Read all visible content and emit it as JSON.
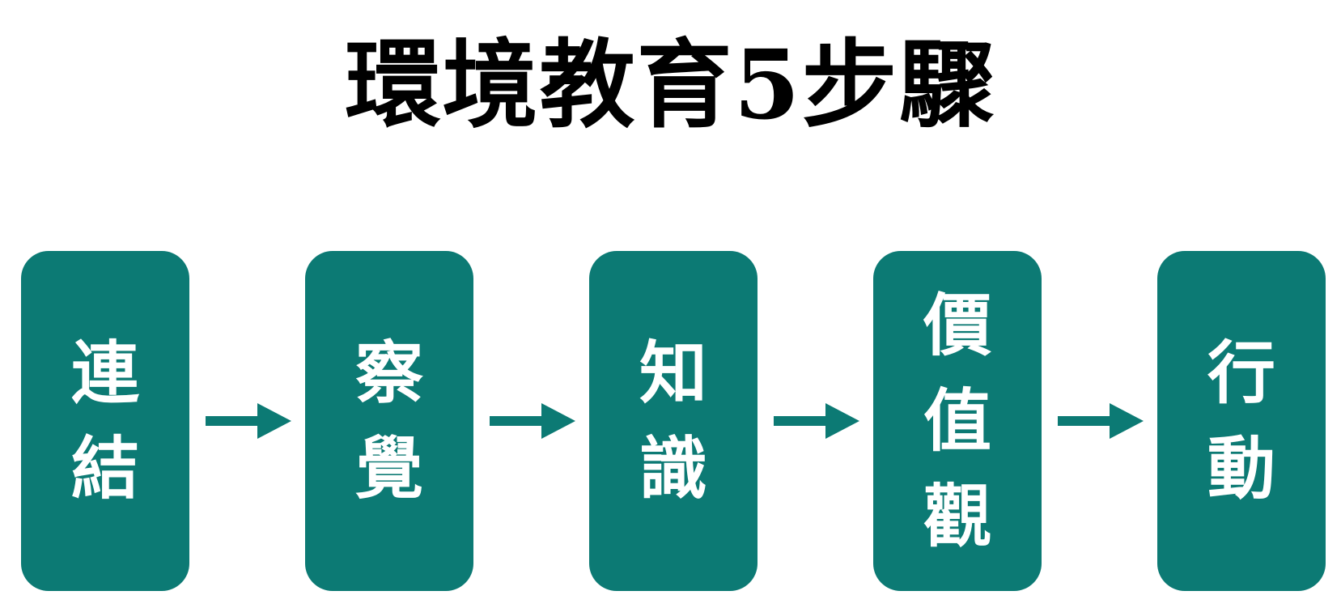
{
  "title": "環境教育5步驟",
  "colors": {
    "box": "#0c7a74",
    "box_text": "#ffffff",
    "arrow": "#0c7a74",
    "title": "#000000"
  },
  "steps": [
    {
      "label": "連結"
    },
    {
      "label": "察覺"
    },
    {
      "label": "知識"
    },
    {
      "label": "價值觀"
    },
    {
      "label": "行動"
    }
  ]
}
